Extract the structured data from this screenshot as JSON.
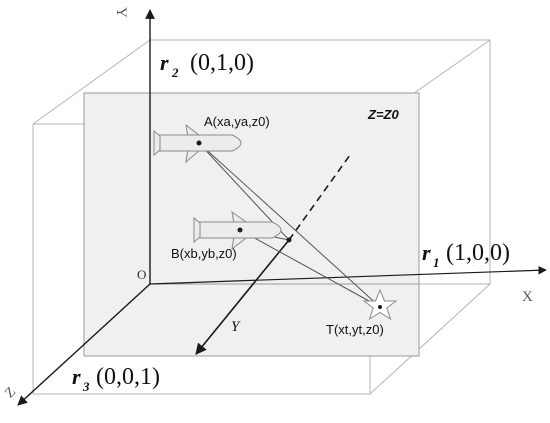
{
  "axes": {
    "x_label": "X",
    "y_label": "Y",
    "z_label": "Z",
    "origin_label": "O"
  },
  "vectors": {
    "r1": {
      "name": "r",
      "sub": "1",
      "coords": "(1,0,0)"
    },
    "r2": {
      "name": "r",
      "sub": "2",
      "coords": "(0,1,0)"
    },
    "r3": {
      "name": "r",
      "sub": "3",
      "coords": "(0,0,1)"
    }
  },
  "plane_label": "Z=Z0",
  "points": {
    "A": "A(xa,ya,z0)",
    "B": "B(xb,yb,z0)",
    "T": "T(xt,yt,z0)"
  },
  "gamma_label": "Υ",
  "colors": {
    "plane_fill": "#f0f0f0",
    "box_line": "#b4b4b4",
    "axis": "#1a1a1a",
    "target_line": "#555555",
    "missile_fill": "#ececec"
  }
}
